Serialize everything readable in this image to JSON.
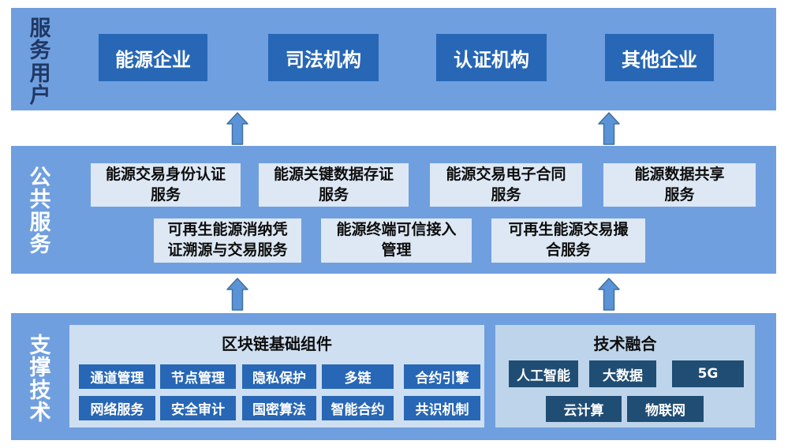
{
  "colors": {
    "band_background": "#6f9fdf",
    "dark_box": "#2767b5",
    "top_band_label": "#1f3864",
    "light_service_box": "#dde8f4",
    "blockchain_panel": "#cfdff2",
    "tech_panel": "#bed4ea",
    "tech_chip": "#204d73",
    "arrow_fill": "#5b93d8",
    "arrow_border": "#41719c",
    "white_text": "#ffffff",
    "dark_text": "#0d0d0d"
  },
  "top_band": {
    "label": "服务用户",
    "boxes": [
      "能源企业",
      "司法机构",
      "认证机构",
      "其他企业"
    ]
  },
  "middle_band": {
    "label": "公共服务",
    "row1": [
      "能源交易身份认证\n服务",
      "能源关键数据存证\n服务",
      "能源交易电子合同\n服务",
      "能源数据共享\n服务"
    ],
    "row2": [
      "可再生能源消纳凭\n证溯源与交易服务",
      "能源终端可信接入\n管理",
      "可再生能源交易撮\n合服务"
    ]
  },
  "bottom_band": {
    "label": "支撑技术",
    "blockchain": {
      "title": "区块链基础组件",
      "row1": [
        "通道管理",
        "节点管理",
        "隐私保护",
        "多链",
        "合约引擎"
      ],
      "row2": [
        "网络服务",
        "安全审计",
        "国密算法",
        "智能合约",
        "共识机制"
      ]
    },
    "tech": {
      "title": "技术融合",
      "row1": [
        "人工智能",
        "大数据",
        "5G"
      ],
      "row2": [
        "云计算",
        "物联网"
      ]
    }
  }
}
